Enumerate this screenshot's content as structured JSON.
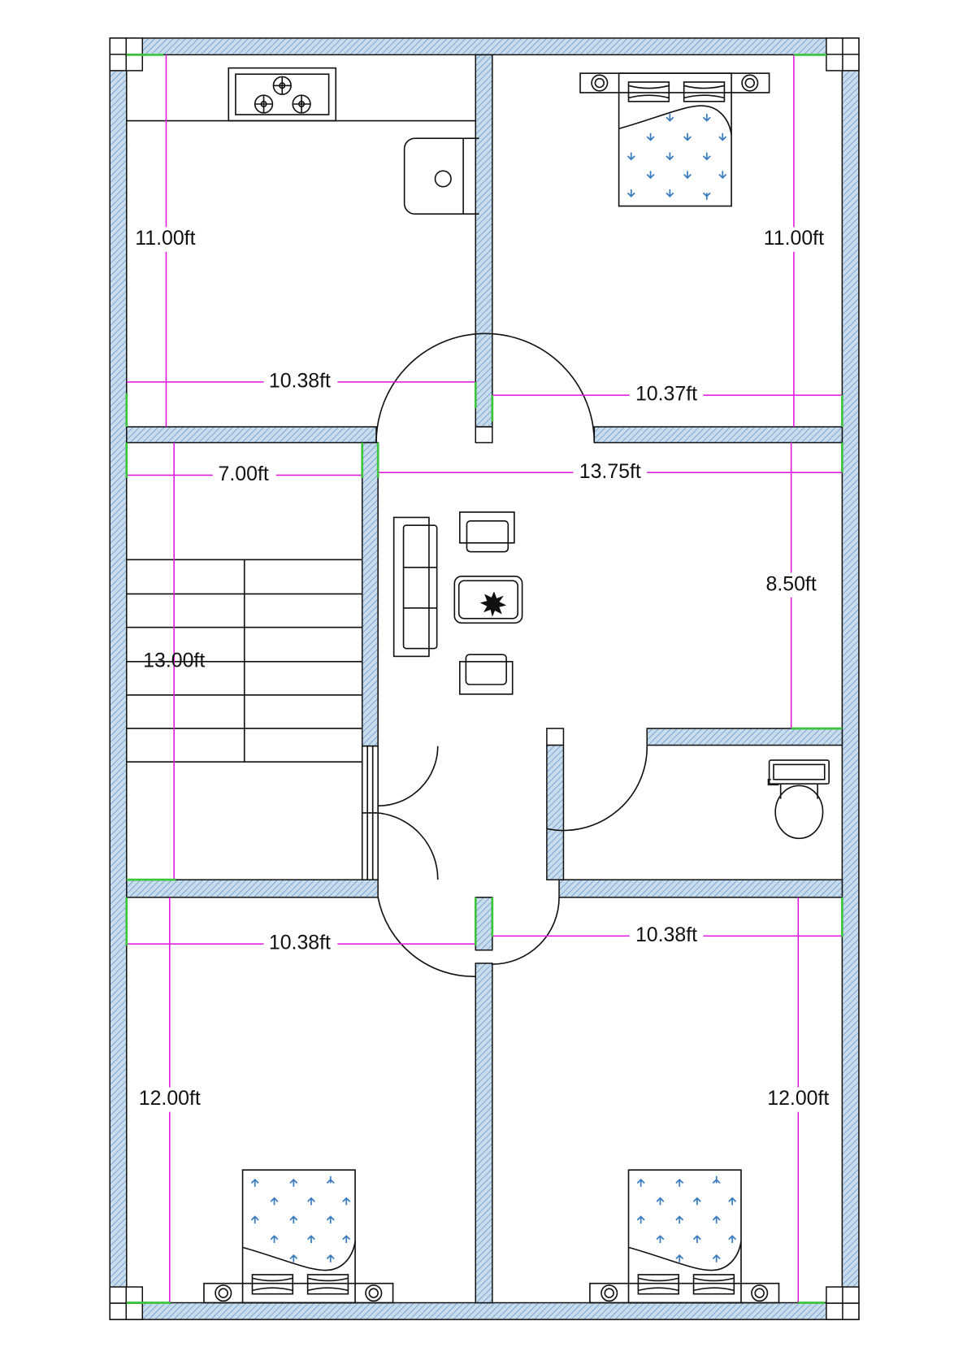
{
  "plan": {
    "dimensions": {
      "kitchen_height": "11.00ft",
      "kitchen_width": "10.38ft",
      "bedroom1_height": "11.00ft",
      "bedroom1_width": "10.37ft",
      "stair_width": "7.00ft",
      "living_width": "13.75ft",
      "stair_height": "13.00ft",
      "living_height": "8.50ft",
      "bedroom2_width": "10.38ft",
      "bedroom3_width": "10.38ft",
      "bedroom2_height": "12.00ft",
      "bedroom3_height": "12.00ft"
    },
    "colors": {
      "wall_fill": "#bcd4e6",
      "wall_hatch": "#5b8fc9",
      "dimension": "#e010e0",
      "tick": "#3cc43c"
    }
  }
}
